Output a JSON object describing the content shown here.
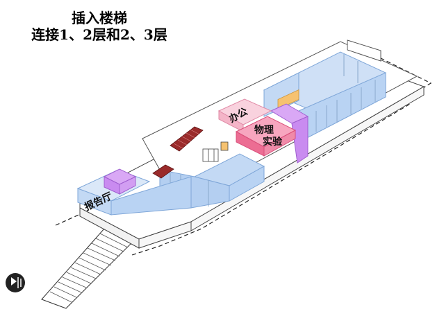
{
  "title": {
    "line1": "插入楼梯",
    "line2": "连接1、2层和2、3层"
  },
  "rooms": {
    "office": "办公",
    "physics_lab_line1": "物理",
    "physics_lab_line2": "实验",
    "lecture_hall": "报告厅"
  },
  "colors": {
    "glass": "#b9d3f3",
    "glass_edge": "#7ea6d8",
    "pink": "#f4b5c8",
    "hot_pink": "#ec6d93",
    "purple": "#c98bf0",
    "orange": "#f6c270",
    "stair_red": "#9a2b2b",
    "slab": "#ffffff",
    "line": "#444444"
  },
  "icons": {
    "compass": "north-arrow-icon"
  }
}
